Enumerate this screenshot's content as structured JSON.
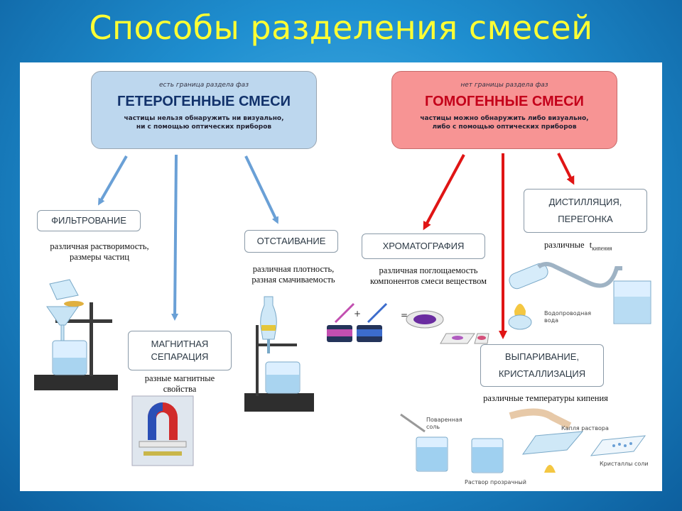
{
  "title": "Способы разделения смесей",
  "hetero": {
    "note": "есть граница раздела фаз",
    "heading": "ГЕТЕРОГЕННЫЕ СМЕСИ",
    "desc_line1": "частицы нельзя обнаружить ни визуально,",
    "desc_line2": "ни с помощью оптических приборов"
  },
  "homo": {
    "note": "нет границы раздела фаз",
    "heading": "ГОМОГЕННЫЕ СМЕСИ",
    "desc_line1": "частицы можно обнаружить либо визуально,",
    "desc_line2": "либо с помощью оптических приборов"
  },
  "methods": {
    "filtration": {
      "label": "ФИЛЬТРОВАНИЕ",
      "caption1": "различная растворимость,",
      "caption2": "размеры частиц"
    },
    "magnetic": {
      "label1": "МАГНИТНАЯ",
      "label2": "СЕПАРАЦИЯ",
      "caption1": "разные магнитные",
      "caption2": "свойства"
    },
    "settling": {
      "label": "ОТСТАИВАНИЕ",
      "caption1": "различная плотность,",
      "caption2": "разная смачиваемость"
    },
    "chromatography": {
      "label": "ХРОМАТОГРАФИЯ",
      "caption1": "различная поглощаемость",
      "caption2": "компонентов смеси веществом"
    },
    "distillation": {
      "label1": "ДИСТИЛЛЯЦИЯ,",
      "label2": "ПЕРЕГОНКА",
      "caption": "различные",
      "caption_t": "t",
      "caption_sub": "кипения"
    },
    "evaporation": {
      "label1": "ВЫПАРИВАНИЕ,",
      "label2": "КРИСТАЛЛИЗАЦИЯ",
      "caption": "различные температуры кипения"
    }
  },
  "illustration_labels": {
    "tap_water": "Водопроводная",
    "tap_water2": "вода",
    "table_salt1": "Поваренная",
    "table_salt2": "соль",
    "drop": "Капля раствора",
    "clear_solution": "Раствор прозрачный",
    "salt_crystals": "Кристаллы соли",
    "plus": "+",
    "equals": "="
  },
  "colors": {
    "title": "#ffff33",
    "hetero_box": "#bdd7ee",
    "homo_box": "#f79494",
    "hetero_arrow": "#6aa0d6",
    "homo_arrow": "#e01515"
  }
}
